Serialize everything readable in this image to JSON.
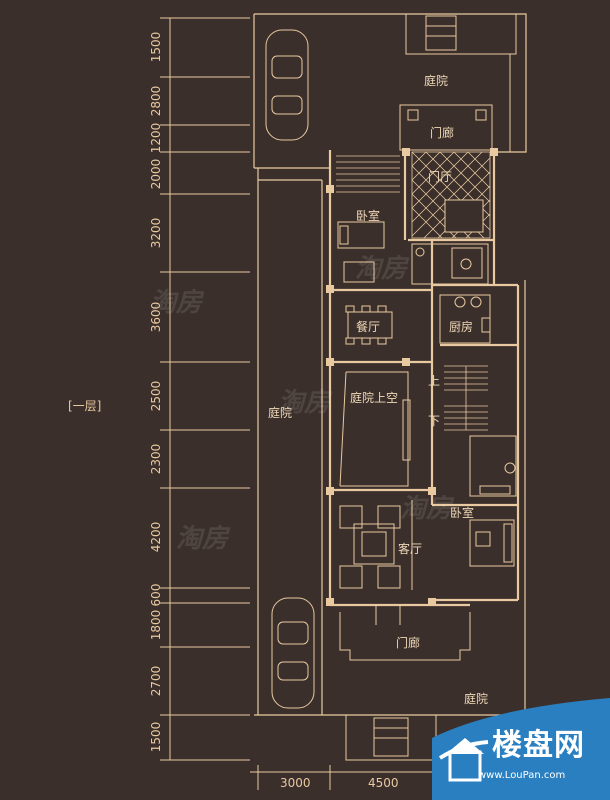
{
  "floor_label": "[一层]",
  "vertical_dims": [
    "1500",
    "2800",
    "1200",
    "2000",
    "3200",
    "3600",
    "2500",
    "2300",
    "4200",
    "600",
    "1800",
    "2700",
    "1500"
  ],
  "bottom_dims": [
    "3000",
    "4500"
  ],
  "rooms": {
    "courtyard_top": "庭院",
    "entrance_porch_top": "门廊",
    "foyer": "门厅",
    "bedroom_1": "卧室",
    "dining": "餐厅",
    "kitchen": "厨房",
    "courtyard_left": "庭院",
    "courtyard_void": "庭院上空",
    "stair_up": "上",
    "stair_down": "下",
    "bedroom_2": "卧室",
    "living": "客厅",
    "entrance_porch_bottom": "门廊",
    "courtyard_bottom": "庭院"
  },
  "watermarks": [
    "淘房",
    "淘房",
    "淘房",
    "淘房",
    "淘房"
  ],
  "logo": {
    "name": "楼盘网",
    "url": "www.LouPan.com"
  },
  "colors": {
    "background": "#3a2f2b",
    "lines": "#e9c9a0",
    "logo_blue": "#2a7fc1"
  }
}
